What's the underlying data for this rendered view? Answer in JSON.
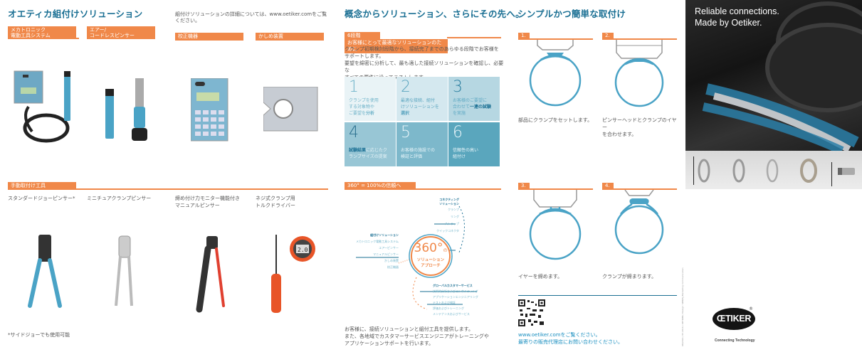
{
  "panel1": {
    "title": "オエティカ組付けソリューション",
    "intro": "組付けソリューションの詳細については、www.oetiker.comをご覧ください。",
    "categories": [
      {
        "label_line1": "メカトロニック",
        "label_line2": "電動工具システム"
      },
      {
        "label_line1": "エアー/",
        "label_line2": "コードレスピンサー"
      },
      {
        "label_line1": "校正機器",
        "label_line2": ""
      },
      {
        "label_line1": "かしめ装置",
        "label_line2": ""
      }
    ],
    "manual_tag": "手動取付け工具",
    "manual_tools": [
      {
        "line1": "スタンダードジョーピンサー*",
        "line2": ""
      },
      {
        "line1": "ミニチュアクランプピンサー",
        "line2": ""
      },
      {
        "line1": "締め付け力モニター機能付き",
        "line2": "マニュアルピンサー"
      },
      {
        "line1": "ネジ式クランプ用",
        "line2": "トルクドライバー"
      }
    ],
    "torque_display": "2.0",
    "footnote": "*サイドジョーでも使用可能"
  },
  "panel2": {
    "title": "概念からソリューション、さらにその先へ。",
    "tag_line1": "6段階",
    "tag_line2": "お客様にとって最適なソリューションのために",
    "body": [
      "クランプ初期検討段階から、接続完了までのあらゆる段階でお客様を",
      "サポートします。",
      "要望を綿密に分析して、最も適した接続ソリューションを確認し、必要な",
      "すべての要件に沿ってテストします。"
    ],
    "steps": [
      {
        "num": "1",
        "l1": "クランプを使用",
        "l2": "する対象物や",
        "l3": "ご要望を",
        "bold": "分析",
        "tail": ""
      },
      {
        "num": "2",
        "l1": "最適な接続、組付",
        "l2": "けソリューションを",
        "l3": "",
        "bold": "選択",
        "tail": ""
      },
      {
        "num": "3",
        "l1": "お客様のご要望に",
        "l2": "合わせて",
        "l3": "",
        "bold": "一連の試験",
        "tail": "を実施"
      },
      {
        "num": "4",
        "l1": "",
        "l2": "",
        "l3": "",
        "bold": "試験結果",
        "tail": "に応じたクランプサイズの提案"
      },
      {
        "num": "5",
        "l1": "お客様の施設での",
        "l2": "検証と評価",
        "l3": "",
        "bold": "",
        "tail": ""
      },
      {
        "num": "6",
        "l1": "信頼性の高い",
        "l2": "組付け",
        "l3": "",
        "bold": "",
        "tail": ""
      }
    ],
    "tag360": "360° = 100%の信頼へ",
    "diagram": {
      "center_big": "360°",
      "center_no": "の",
      "center_l1": "ソリューション",
      "center_l2": "アプローチ",
      "connecting_title_1": "コネクティング",
      "connecting_title_2": "ソリューション",
      "connecting_items": [
        "クランプ",
        "リング",
        "ストラップ",
        "クイックコネクタ"
      ],
      "assembly_title": "組付けソリューション",
      "assembly_items": [
        "メカトロニック電動工具システム",
        "エアーピンサー",
        "マニュアルピンサー",
        "かしめ装置",
        "校正機器"
      ],
      "service_title": "グローバルカスタマーサービス",
      "service_items": [
        "技術的分析およびコンサルティング",
        "アプリケーションエンジニアリング",
        "テストおよび検証",
        "評価およびトレーニング",
        "メンテナンスおよびサービス"
      ]
    },
    "footer": [
      "お客様に、接続ソリューションと組付工具を提供します。",
      "また、各地域でカスタマーサービスエンジニアがトレーニングや",
      "アプリケーションサポートを行います。"
    ]
  },
  "panel3": {
    "title": "シンプルかつ簡単な取付け",
    "steps": [
      {
        "label": "1.",
        "text_l1": "部品にクランプをセットします。",
        "text_l2": ""
      },
      {
        "label": "2.",
        "text_l1": "ピンサーヘッドとクランプのイヤー",
        "text_l2": "を合わせます。"
      },
      {
        "label": "3.",
        "text_l1": "イヤーを締めます。",
        "text_l2": ""
      },
      {
        "label": "4.",
        "text_l1": "クランプが締まります。",
        "text_l2": ""
      }
    ],
    "contact_l1": "www.oetiker.comをご覧ください。",
    "contact_l2": "最寄りの販売代理店にお問い合わせください。",
    "vertical_note": "08/2016 / 05.2016 / OETIKER / Design: SPM/Eg Marketing Communication"
  },
  "panel4": {
    "hero_l1": "Reliable connections.",
    "hero_l2": "Made by Oetiker.",
    "logo_text": "ŒTIKER",
    "logo_reg": "®",
    "logo_tagline": "Connecting Technology"
  },
  "colors": {
    "orange": "#f08849",
    "blue": "#1a6f93",
    "clamp": "#4aa3c6"
  }
}
